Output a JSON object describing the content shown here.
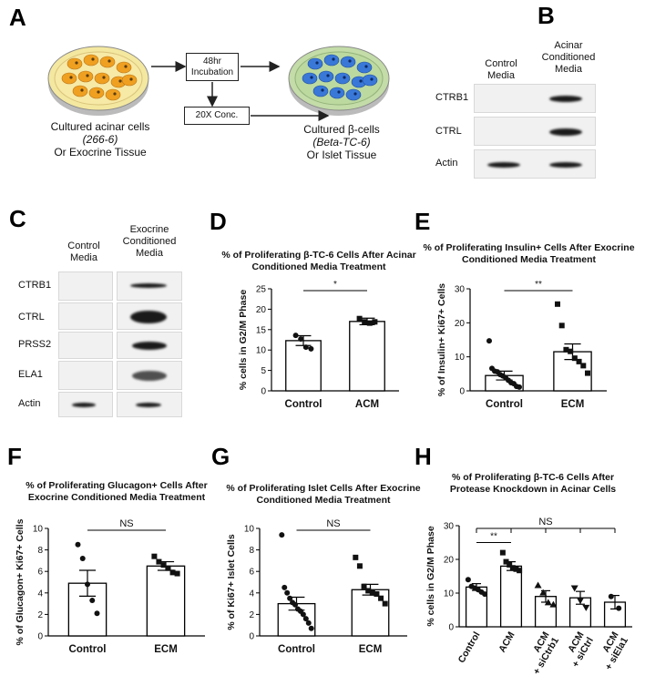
{
  "panel_letters": [
    "A",
    "B",
    "C",
    "D",
    "E",
    "F",
    "G",
    "H"
  ],
  "panel_a": {
    "box_incubation": "48hr Incubation",
    "box_conc": "20X Conc.",
    "left_caption": [
      "Cultured acinar cells",
      "(266-6)",
      "Or Exocrine Tissue"
    ],
    "right_caption": [
      "Cultured β-cells",
      "(Beta-TC-6)",
      "Or Islet Tissue"
    ]
  },
  "panel_b": {
    "col_headers": [
      "Control Media",
      "Acinar Conditioned Media"
    ],
    "rows": [
      "CTRB1",
      "CTRL",
      "Actin"
    ]
  },
  "panel_c": {
    "col_headers": [
      "Control Media",
      "Exocrine Conditioned Media"
    ],
    "rows": [
      "CTRB1",
      "CTRL",
      "PRSS2",
      "ELA1",
      "Actin"
    ]
  },
  "colors": {
    "bar_fill": "#ffffff",
    "axis": "#000000",
    "dish_yellow": "#f4e8a0",
    "dish_green": "#c3dca8",
    "cell_orange": "#f0a020",
    "cell_blue": "#3a78d8"
  },
  "chart_data": [
    {
      "panel": "D",
      "type": "bar",
      "title": "% of Proliferating β-TC-6 Cells After Acinar Conditioned Media Treatment",
      "ylabel": "% cells in G2/M Phase",
      "ylim": [
        0,
        25
      ],
      "yticks": [
        0,
        5,
        10,
        15,
        20,
        25
      ],
      "categories": [
        "Control",
        "ACM"
      ],
      "values": [
        12.3,
        17
      ],
      "error": [
        1.2,
        0.8
      ],
      "points": [
        [
          13.6,
          12.7,
          10.7,
          10.3
        ],
        [
          17.7,
          16.9,
          16.6,
          16.9
        ]
      ],
      "markers": [
        "circle",
        "square"
      ],
      "sig": [
        {
          "from": 0,
          "to": 1,
          "label": "*"
        }
      ]
    },
    {
      "panel": "E",
      "type": "bar",
      "title": "% of Proliferating Insulin+ Cells After Exocrine Conditioned Media Treatment",
      "ylabel": "% of Insulin+ Ki67+ Cells",
      "ylim": [
        0,
        30
      ],
      "yticks": [
        0,
        10,
        20,
        30
      ],
      "categories": [
        "Control",
        "ECM"
      ],
      "values": [
        4.5,
        11.5
      ],
      "error": [
        1.3,
        2.3
      ],
      "points": [
        [
          14.7,
          6.6,
          5.8,
          5.6,
          4.8,
          4.4,
          3.9,
          3.1,
          2.4,
          2.1,
          1.3,
          1.1
        ],
        [
          25.5,
          19.2,
          12.1,
          11.6,
          9.6,
          8.6,
          7.4,
          5.2
        ]
      ],
      "markers": [
        "circle",
        "square"
      ],
      "sig": [
        {
          "from": 0,
          "to": 1,
          "label": "**"
        }
      ]
    },
    {
      "panel": "F",
      "type": "bar",
      "title": "% of Proliferating Glucagon+ Cells After Exocrine Conditioned Media Treatment",
      "ylabel": "% of Glucagon+ Ki67+ Cells",
      "ylim": [
        0,
        10
      ],
      "yticks": [
        0,
        2,
        4,
        6,
        8,
        10
      ],
      "categories": [
        "Control",
        "ECM"
      ],
      "values": [
        4.9,
        6.5
      ],
      "error": [
        1.2,
        0.4
      ],
      "points": [
        [
          8.5,
          7.2,
          4.8,
          3.3,
          2.1
        ],
        [
          7.4,
          6.9,
          6.6,
          6.3,
          5.9,
          5.8
        ]
      ],
      "markers": [
        "circle",
        "square"
      ],
      "sig": [
        {
          "from": 0,
          "to": 1,
          "label": "NS"
        }
      ]
    },
    {
      "panel": "G",
      "type": "bar",
      "title": "% of Proliferating Islet Cells After Exocrine Conditioned Media Treatment",
      "ylabel": "% of Ki67+ Islet Cells",
      "ylim": [
        0,
        10
      ],
      "yticks": [
        0,
        2,
        4,
        6,
        8,
        10
      ],
      "categories": [
        "Control",
        "ECM"
      ],
      "values": [
        3.0,
        4.3
      ],
      "error": [
        0.6,
        0.5
      ],
      "points": [
        [
          9.4,
          4.5,
          4.0,
          3.5,
          3.1,
          2.9,
          2.5,
          2.3,
          2.0,
          1.6,
          1.2,
          0.7
        ],
        [
          7.3,
          6.5,
          4.6,
          4.2,
          4.0,
          3.9,
          3.5,
          3.0
        ]
      ],
      "markers": [
        "circle",
        "square"
      ],
      "sig": [
        {
          "from": 0,
          "to": 1,
          "label": "NS"
        }
      ]
    },
    {
      "panel": "H",
      "type": "bar",
      "title": "% of Proliferating β-TC-6 Cells After Protease Knockdown in Acinar Cells",
      "ylabel": "% cells in G2/M Phase",
      "ylim": [
        0,
        30
      ],
      "yticks": [
        0,
        10,
        20,
        30
      ],
      "categories": [
        "Control",
        "ACM",
        "ACM + siCtrb1",
        "ACM + siCtrl",
        "ACM + siEla1"
      ],
      "values": [
        11.8,
        18.0,
        9.0,
        8.6,
        7.3
      ],
      "error": [
        1.0,
        1.3,
        1.7,
        1.9,
        2.0
      ],
      "points": [
        [
          14.0,
          12.0,
          11.5,
          11.0,
          10.3,
          9.7
        ],
        [
          22.0,
          19.3,
          18.4,
          17.5,
          17.1,
          16.7
        ],
        [
          12.3,
          10.1,
          7.2,
          6.6
        ],
        [
          11.5,
          7.8,
          5.7
        ],
        [
          9.0,
          5.5
        ]
      ],
      "markers": [
        "circle",
        "square",
        "triangle",
        "triangle-down",
        "circle"
      ],
      "sig": [
        {
          "from": 0,
          "to": 1,
          "label": "**"
        },
        {
          "from": 0,
          "to": 4,
          "label": "NS"
        }
      ]
    }
  ]
}
